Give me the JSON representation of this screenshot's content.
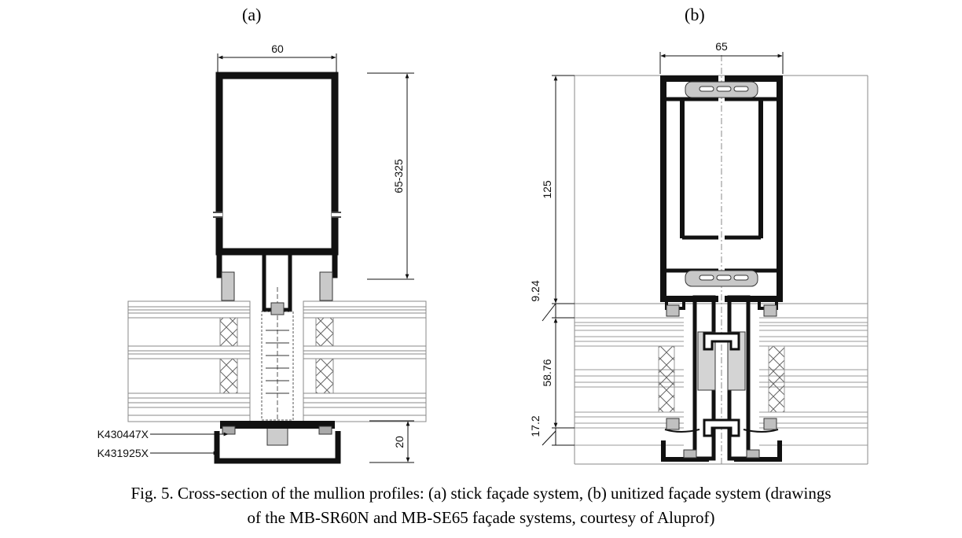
{
  "panels": {
    "a": {
      "label": "(a)",
      "dim_width": "60",
      "dim_height": "65-325",
      "dim_bottom": "20",
      "part_1": "K430447X",
      "part_2": "K431925X"
    },
    "b": {
      "label": "(b)",
      "dim_width": "65",
      "dim_125": "125",
      "dim_924": "9.24",
      "dim_5876": "58.76",
      "dim_172": "17.2"
    }
  },
  "caption": {
    "line1": "Fig. 5. Cross-section of the mullion profiles: (a) stick façade system, (b) unitized façade system (drawings",
    "line2": "of the MB-SR60N and MB-SE65 façade systems, courtesy of Aluprof)"
  }
}
